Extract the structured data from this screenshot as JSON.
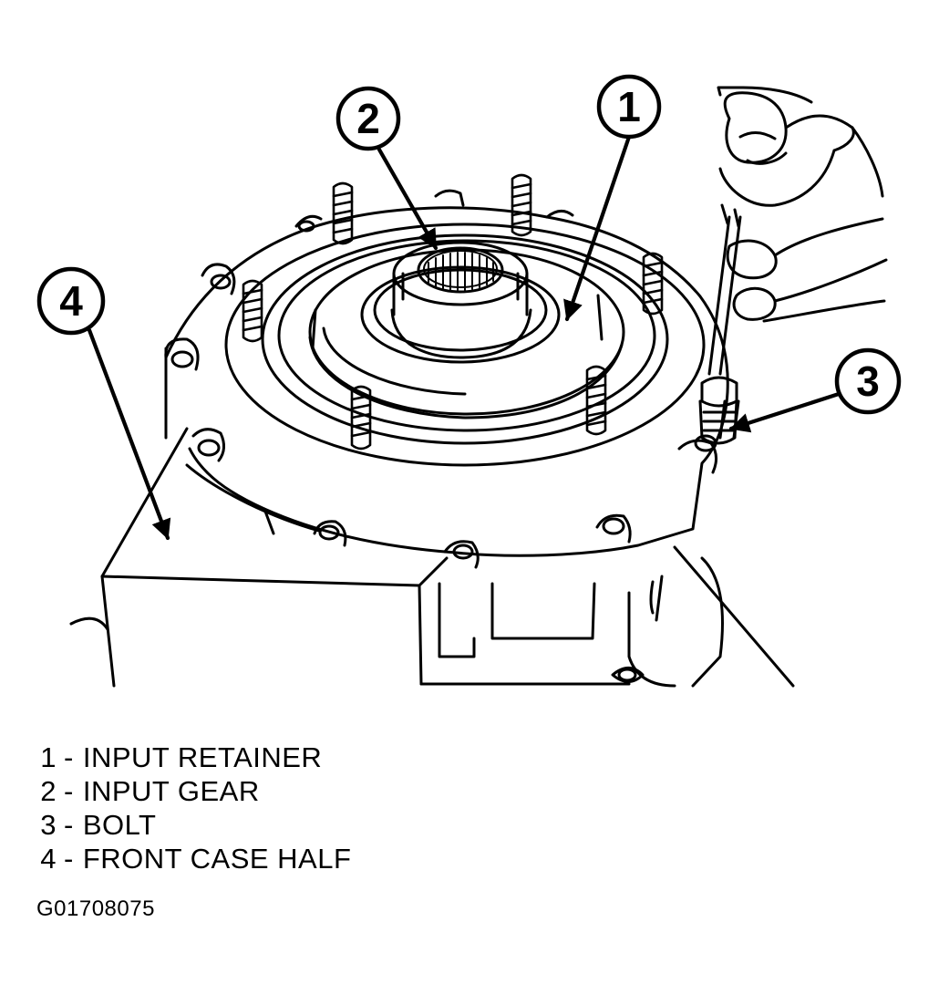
{
  "callouts": [
    {
      "number": "1",
      "part": "INPUT RETAINER"
    },
    {
      "number": "2",
      "part": "INPUT GEAR"
    },
    {
      "number": "3",
      "part": "BOLT"
    },
    {
      "number": "4",
      "part": "FRONT CASE HALF"
    }
  ],
  "legend_separator": "-",
  "figure_code": "G01708075"
}
